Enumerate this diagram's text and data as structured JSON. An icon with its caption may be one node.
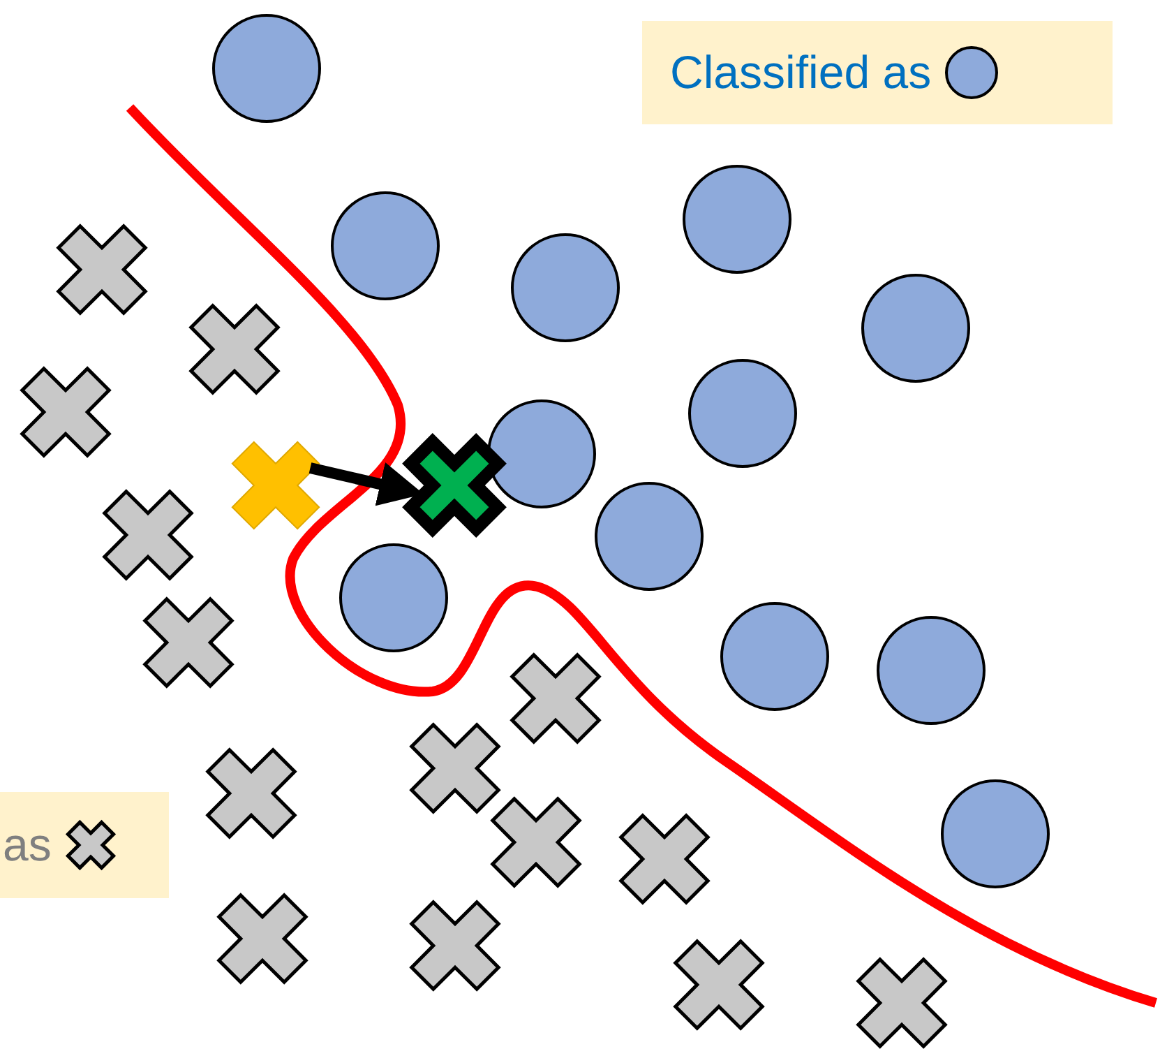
{
  "diagram": {
    "nodes": [
      {
        "text": [],
        "shape": "cross"
      },
      {
        "text": [],
        "shape": "cross"
      }
    ],
    "edges": [
      {
        "from": 0,
        "to": 1,
        "arrow": "to"
      }
    ],
    "labels": [
      "Classified as",
      "as"
    ]
  }
}
